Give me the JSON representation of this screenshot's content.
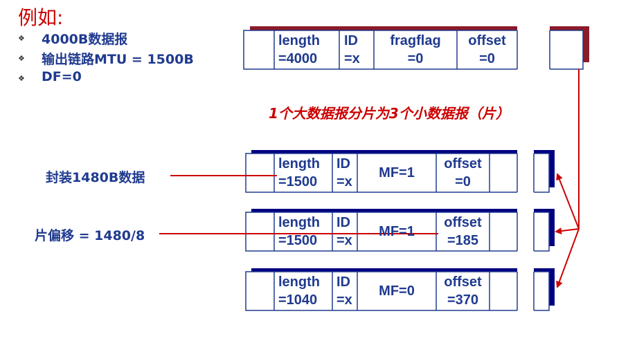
{
  "title": "例如:",
  "bullets": [
    "4000B数据报",
    "输出链路MTU = 1500B",
    "DF=0"
  ],
  "caption": "1个大数据报分片为3个小数据报（片）",
  "original": {
    "length": [
      "length",
      "=4000"
    ],
    "id": [
      "ID",
      "=x"
    ],
    "flag": [
      "fragflag",
      "=0"
    ],
    "offset": [
      "offset",
      "=0"
    ]
  },
  "fragments": [
    {
      "length": [
        "length",
        "=1500"
      ],
      "id": [
        "ID",
        "=x"
      ],
      "mf": "MF=1",
      "offset": [
        "offset",
        "=0"
      ]
    },
    {
      "length": [
        "length",
        "=1500"
      ],
      "id": [
        "ID",
        "=x"
      ],
      "mf": "MF=1",
      "offset": [
        "offset",
        "=185"
      ]
    },
    {
      "length": [
        "length",
        "=1040"
      ],
      "id": [
        "ID",
        "=x"
      ],
      "mf": "MF=0",
      "offset": [
        "offset",
        "=370"
      ]
    }
  ],
  "notes": {
    "encap": "封装1480B数据",
    "offset": "片偏移 = 1480/8"
  },
  "colors": {
    "red": "#cc0000",
    "blue": "#1f3a8f",
    "dark_blue": "#000080"
  }
}
